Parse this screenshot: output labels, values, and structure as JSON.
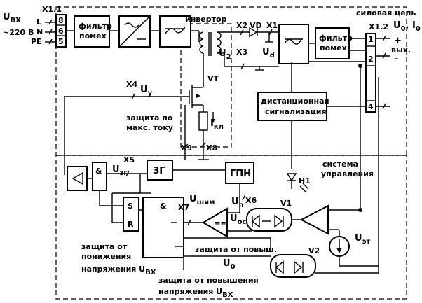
{
  "input": {
    "u_in": "U",
    "u_in_sub": "ВХ",
    "voltage": "~220 В",
    "connector": "X1.1",
    "pins": [
      "L",
      "N",
      "PE"
    ],
    "pin_numbers": [
      "8",
      "6",
      "5"
    ]
  },
  "blocks": {
    "filter1": [
      "фильтр",
      "помех"
    ],
    "inverter": "инвертор",
    "u2": "U",
    "u2_sub": "2",
    "filter2": [
      "фильтр",
      "помех"
    ],
    "remote": [
      "дистанционная",
      "сигнализация"
    ],
    "zg": "ЗГ",
    "gpn": "ГПН",
    "and1": "&",
    "and2": "&",
    "s": "S",
    "r": "R",
    "cmp": "=="
  },
  "labels": {
    "power_circuit": "силовая цепь",
    "control_system": [
      "система",
      "управления"
    ],
    "x2": "X2",
    "vd": "VD",
    "x1": "X1",
    "x3": "X3",
    "ud": "U",
    "ud_sub": "d",
    "x12": "X1.2",
    "out_pins": [
      "1",
      "2",
      "4"
    ],
    "out_title": "U",
    "out_title_sub": "0",
    "out_title2": ", I",
    "out_title2_sub": "0",
    "plus": "+",
    "out_label": "вых.",
    "minus": "–",
    "x4": "X4",
    "uy": "U",
    "uy_sub": "у",
    "vt": "VT",
    "protection_max": [
      "защита по",
      "макс. току"
    ],
    "ikl": "I",
    "ikl_sub": "кл",
    "x9": "X9",
    "x8": "X8",
    "x5": "X5",
    "uzg": "U",
    "uzg_sub": "зг",
    "h1": "H1",
    "x7": "X7",
    "ushim": "U",
    "ushim_sub": "шим",
    "un": "U",
    "un_sub": "п",
    "x6": "X6",
    "uos": "U",
    "uos_sub": "ос",
    "v1": "V1",
    "v2": "V2",
    "uet": "U",
    "uet_sub": "эт",
    "prot_under": [
      "защита от",
      "понижения"
    ],
    "prot_under3": "напряжения U",
    "prot_under3_sub": "ВХ",
    "prot_over_u0": [
      "защита от повыш.",
      "U"
    ],
    "prot_over_u0_sub": "0",
    "prot_over_in": "защита от повышения",
    "prot_over_in2": "напряжения U",
    "prot_over_in2_sub": "ВХ"
  }
}
